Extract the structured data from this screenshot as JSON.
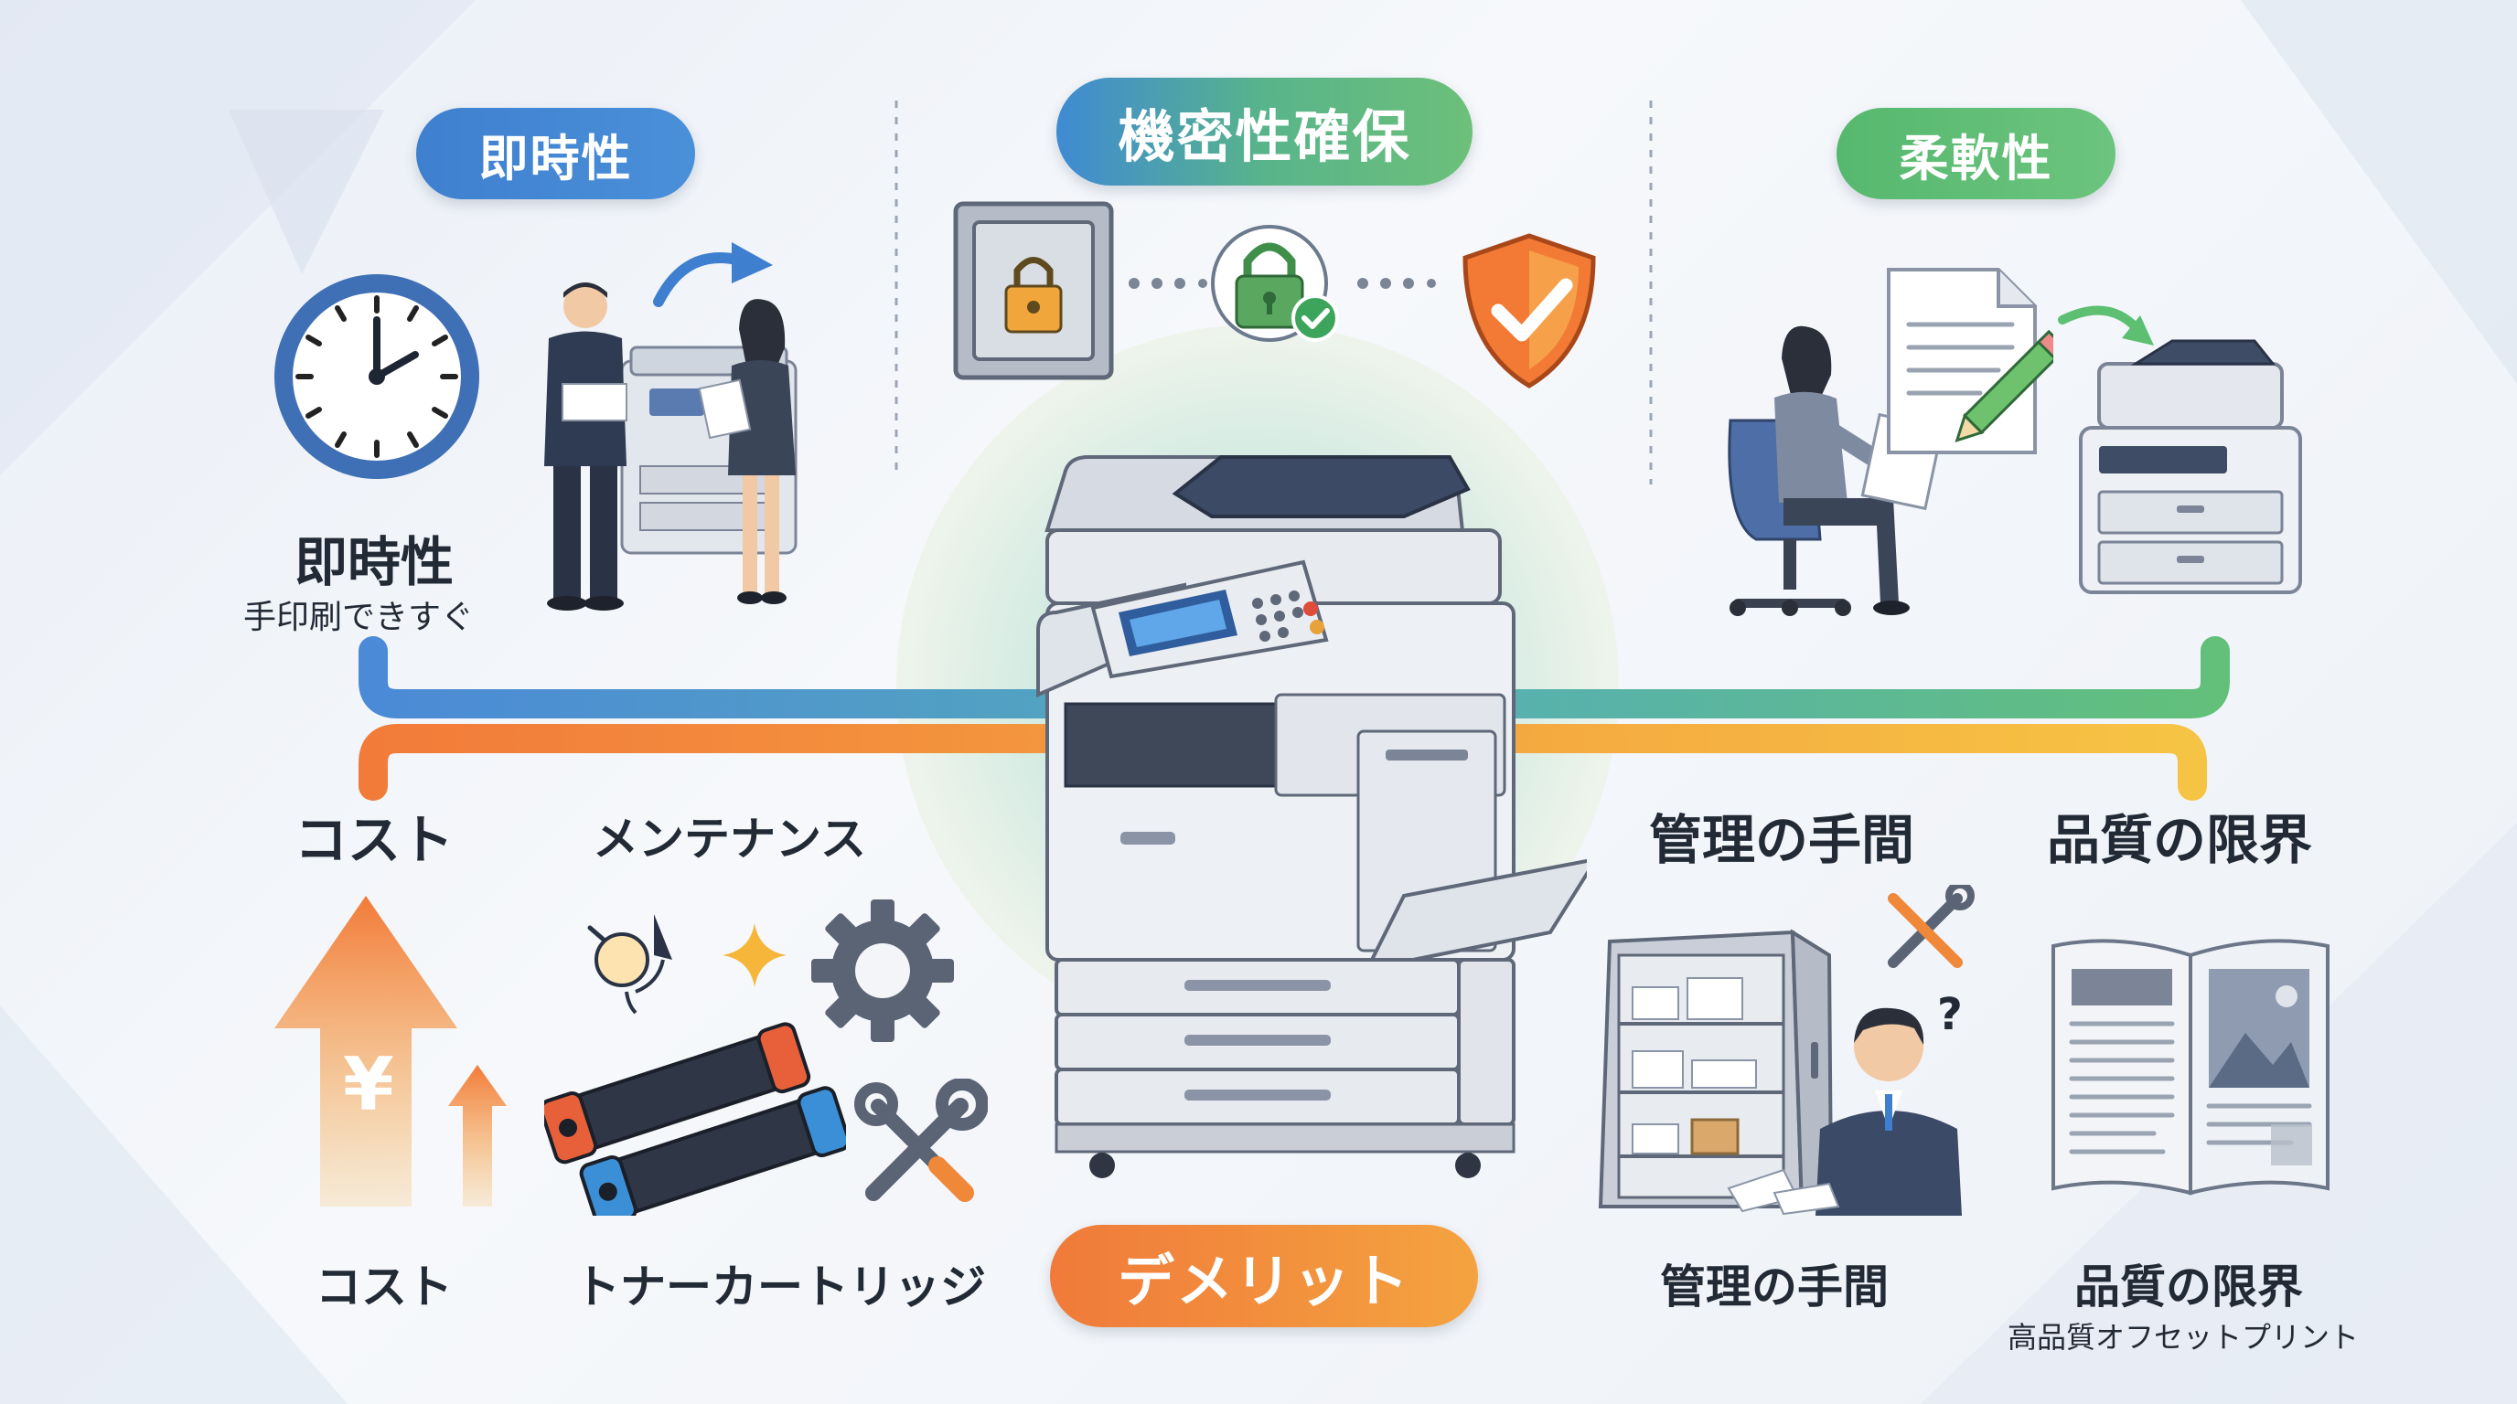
{
  "merits": {
    "immediacy": {
      "pill": "即時性",
      "title": "即時性",
      "subtitle": "手印刷できすぐ"
    },
    "confidentiality": {
      "pill": "機密性確保"
    },
    "flexibility": {
      "pill": "柔軟性"
    }
  },
  "demerits": {
    "pill": "デメリット",
    "cost": {
      "title": "コスト",
      "caption": "コスト",
      "currency_symbol": "¥"
    },
    "maintenance": {
      "title": "メンテナンス",
      "caption": "トナーカートリッジ"
    },
    "management": {
      "title": "管理の手間",
      "caption": "管理の手間",
      "question_mark": "?"
    },
    "quality": {
      "title": "品質の限界",
      "caption": "品質の限界",
      "subtitle": "高品質オフセットプリント"
    }
  },
  "colors": {
    "merit_blue": "#4a8bd6",
    "merit_teal": "#5cb58c",
    "merit_green": "#62c07a",
    "demerit_orange": "#f28a3c",
    "printer_gray": "#dfe3ea"
  },
  "icons": [
    "clock-icon",
    "handover-icon",
    "safe-icon",
    "padlock-check-icon",
    "shield-check-icon",
    "document-edit-icon",
    "office-worker-icon",
    "small-printer-icon",
    "yen-arrow-up-icon",
    "gear-icon",
    "wrench-icon",
    "toner-cartridge-icon",
    "cabinet-icon",
    "confused-manager-icon",
    "magazine-icon",
    "central-copier-icon"
  ]
}
